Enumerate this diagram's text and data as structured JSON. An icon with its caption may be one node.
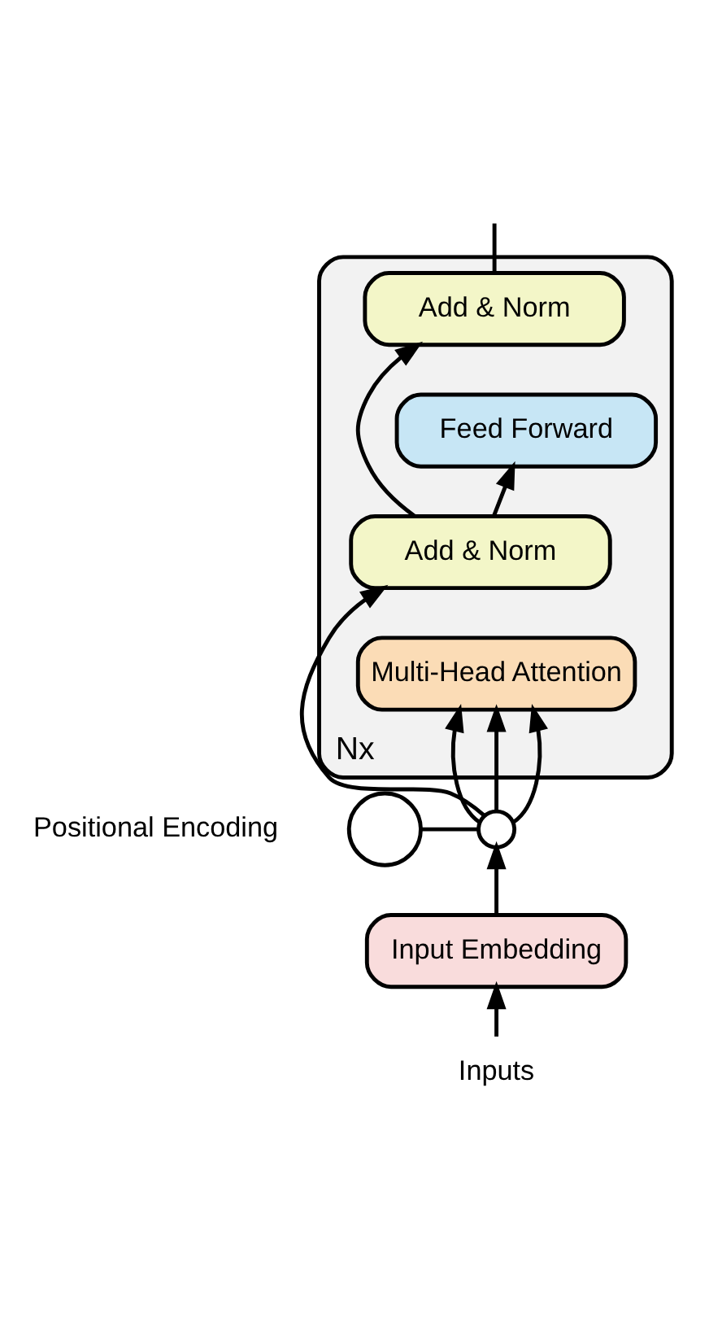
{
  "diagram": {
    "nodes": [
      {
        "text": [],
        "shape": "box",
        "beside": [
          "Nx"
        ]
      },
      {
        "text": [
          "Add & Norm"
        ],
        "in": 0
      },
      {
        "text": [
          "Feed Forward"
        ],
        "in": 0
      },
      {
        "text": [
          "Add & Norm"
        ],
        "in": 0
      },
      {
        "text": [
          "Multi-Head Attention"
        ],
        "in": 0
      },
      {
        "text": [],
        "shape": "circle",
        "beside": [
          "Positional Encoding"
        ]
      },
      {
        "text": [],
        "shape": "circle"
      },
      {
        "text": [
          "Input Embedding"
        ]
      },
      {
        "text": [
          "Inputs"
        ]
      }
    ],
    "edges": [
      {
        "from": 8,
        "to": 7,
        "arrow": "to"
      },
      {
        "from": 7,
        "to": 6,
        "arrow": "to"
      },
      {
        "from": 5,
        "to": 6,
        "arrow": "none"
      },
      {
        "from": 6,
        "to": 4,
        "arrow": "to"
      },
      {
        "from": 6,
        "to": 4,
        "arrow": "to"
      },
      {
        "from": 6,
        "to": 4,
        "arrow": "to"
      },
      {
        "from": 6,
        "to": 3,
        "arrow": "to"
      },
      {
        "from": 3,
        "to": 2,
        "arrow": "to"
      },
      {
        "from": 3,
        "to": 1,
        "arrow": "to"
      },
      {
        "from": 1,
        "to": null,
        "arrow": "none"
      }
    ]
  }
}
